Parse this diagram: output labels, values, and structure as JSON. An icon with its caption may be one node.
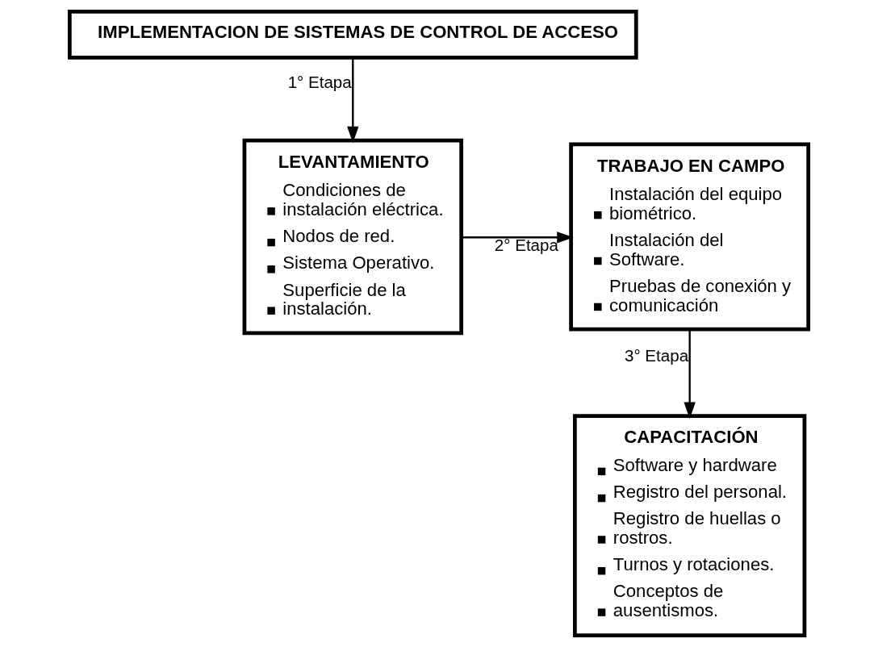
{
  "diagram": {
    "nodes": [
      {
        "text": [
          "IMPLEMENTACION DE SISTEMAS DE CONTROL DE ACCESO"
        ]
      },
      {
        "text": [
          "LEVANTAMIENTO",
          "Condiciones de instalación eléctrica.",
          "Nodos de red.",
          "Sistema Operativo.",
          "Superficie de la instalación."
        ]
      },
      {
        "text": [
          "TRABAJO EN CAMPO",
          "Instalación del equipo biométrico.",
          "Instalación del Software.",
          "Pruebas de conexión y comunicación"
        ]
      },
      {
        "text": [
          "CAPACITACIÓN",
          "Software y hardware",
          "Registro del personal.",
          "Registro de huellas o rostros.",
          "Turnos y rotaciones.",
          "Conceptos de ausentismos."
        ]
      }
    ],
    "edges": [
      {
        "from": 0,
        "to": 1,
        "arrow": "to",
        "label": "1° Etapa"
      },
      {
        "from": 1,
        "to": 2,
        "arrow": "to",
        "label": "2° Etapa"
      },
      {
        "from": 2,
        "to": 3,
        "arrow": "to",
        "label": "3° Etapa"
      }
    ]
  }
}
